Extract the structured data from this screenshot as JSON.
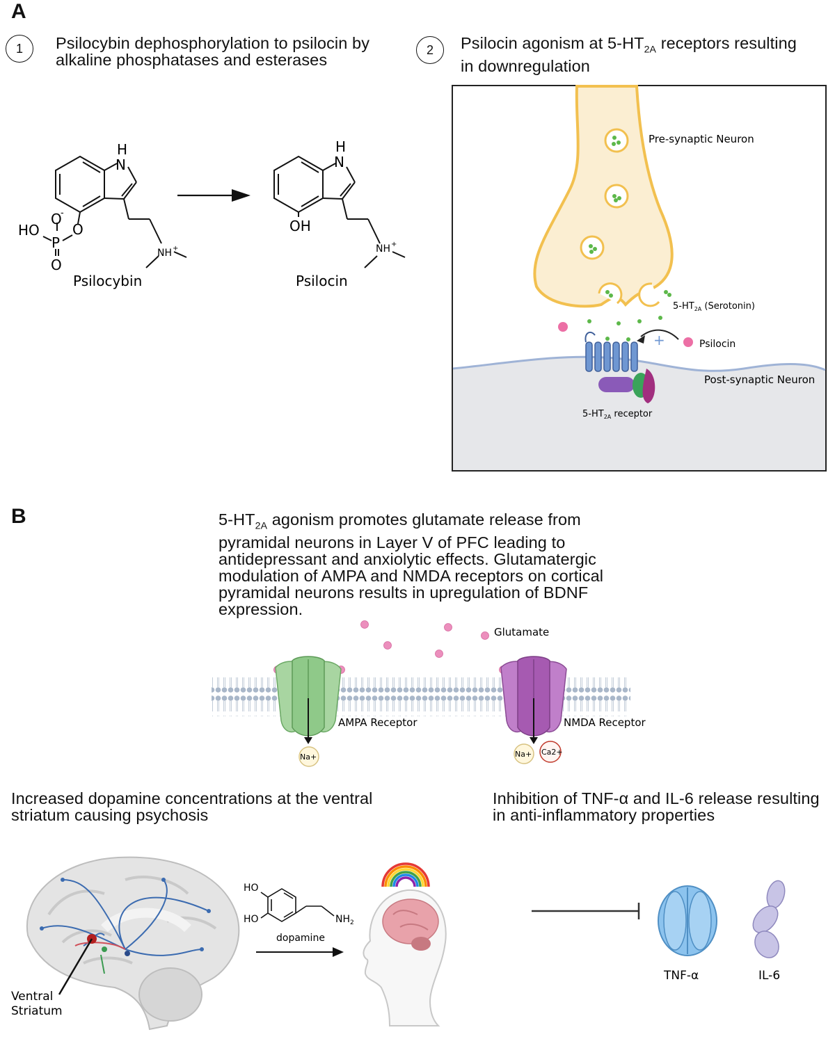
{
  "panel_a": {
    "letter": "A",
    "step1": {
      "number": "1",
      "line1": "Psilocybin dephosphorylation to psilocin by",
      "line2": "alkaline phosphatases and esterases"
    },
    "step2": {
      "number": "2",
      "line1_pre": "Psilocin agonism at 5-HT",
      "line1_sub": "2A",
      "line1_post": " receptors resulting",
      "line2": "in downregulation"
    },
    "molecules": {
      "psilocybin": "Psilocybin",
      "psilocin": "Psilocin",
      "atom_h": "H",
      "atom_n": "N",
      "atom_ho": "HO",
      "atom_p": "P",
      "atom_o": "O",
      "atom_o_minus": "O",
      "atom_oh": "OH",
      "atom_nh": "NH",
      "plus": "+",
      "minus": "-"
    },
    "synapse": {
      "pre": "Pre-synaptic Neuron",
      "post": "Post-synaptic Neuron",
      "serotonin_pre": "5-HT",
      "serotonin_sub": "2A",
      "serotonin_post": " (Serotonin)",
      "psilocin": "Psilocin",
      "receptor_pre": "5-HT",
      "receptor_sub": "2A",
      "receptor_post": " receptor",
      "plus_sign": "+"
    }
  },
  "panel_b": {
    "letter": "B",
    "desc_pre": "5-HT",
    "desc_sub": "2A",
    "desc_line1_post": " agonism promotes glutamate release from",
    "desc_lines": [
      "pyramidal neurons in Layer V of PFC leading to",
      "antidepressant and anxiolytic effects. Glutamatergic",
      "modulation of AMPA and NMDA receptors on cortical",
      "pyramidal neurons results in upregulation of BDNF",
      "expression."
    ],
    "glutamate": "Glutamate",
    "ampa": "AMPA Receptor",
    "nmda": "NMDA Receptor",
    "na1": "Na+",
    "na2": "Na+",
    "ca": "Ca2+",
    "dopamine_heading": {
      "line1": "Increased dopamine concentrations at the ventral",
      "line2": "striatum causing psychosis"
    },
    "inflam_heading": {
      "line1": "Inhibition of TNF-α and IL-6 release resulting",
      "line2": "in anti-inflammatory properties"
    },
    "ventral_striatum": [
      "Ventral",
      "Striatum"
    ],
    "dopamine": "dopamine",
    "dopa_ho1": "HO",
    "dopa_ho2": "HO",
    "dopa_nh2": "NH",
    "dopa_sub": "2",
    "tnf": "TNF-α",
    "il6": "IL-6"
  },
  "colors": {
    "neuron_fill": "#fbeed2",
    "neuron_stroke": "#f2c04f",
    "serotonin_green": "#5db84a",
    "psilocin_pink": "#ec6fa5",
    "receptor_blue": "#6f97d2",
    "membrane_gray": "#e6e7ea",
    "ampa_green": "#8fc989",
    "nmda_purple": "#a65ab1",
    "tnf_blue": "#8cc3ee",
    "il6_lavender": "#c8c4e6"
  }
}
